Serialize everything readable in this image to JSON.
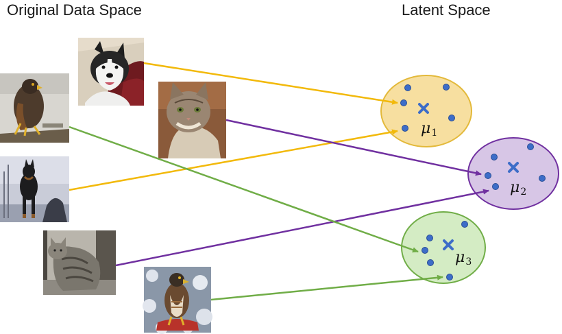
{
  "headings": {
    "left": "Original Data Space",
    "right": "Latent Space"
  },
  "images": [
    {
      "name": "husky-dog",
      "subject": "dog"
    },
    {
      "name": "hawk-bird-1",
      "subject": "bird"
    },
    {
      "name": "tabby-cat-1",
      "subject": "cat"
    },
    {
      "name": "doberman-dog",
      "subject": "dog"
    },
    {
      "name": "tabby-cat-2",
      "subject": "cat"
    },
    {
      "name": "hawk-bird-2",
      "subject": "bird"
    }
  ],
  "clusters": [
    {
      "name": "cluster-1",
      "label": "μ",
      "subscript": "1",
      "fill": "#f7dfa0",
      "stroke": "#e3b93a"
    },
    {
      "name": "cluster-2",
      "label": "μ",
      "subscript": "2",
      "fill": "#d7c6e6",
      "stroke": "#7030a0"
    },
    {
      "name": "cluster-3",
      "label": "μ",
      "subscript": "3",
      "fill": "#d4ecc4",
      "stroke": "#70ad47"
    }
  ],
  "colors": {
    "yellow": "#f2b90a",
    "purple": "#7030a0",
    "green": "#70ad47",
    "point": "#3d6dc8",
    "point_stroke": "#2a4f96"
  }
}
